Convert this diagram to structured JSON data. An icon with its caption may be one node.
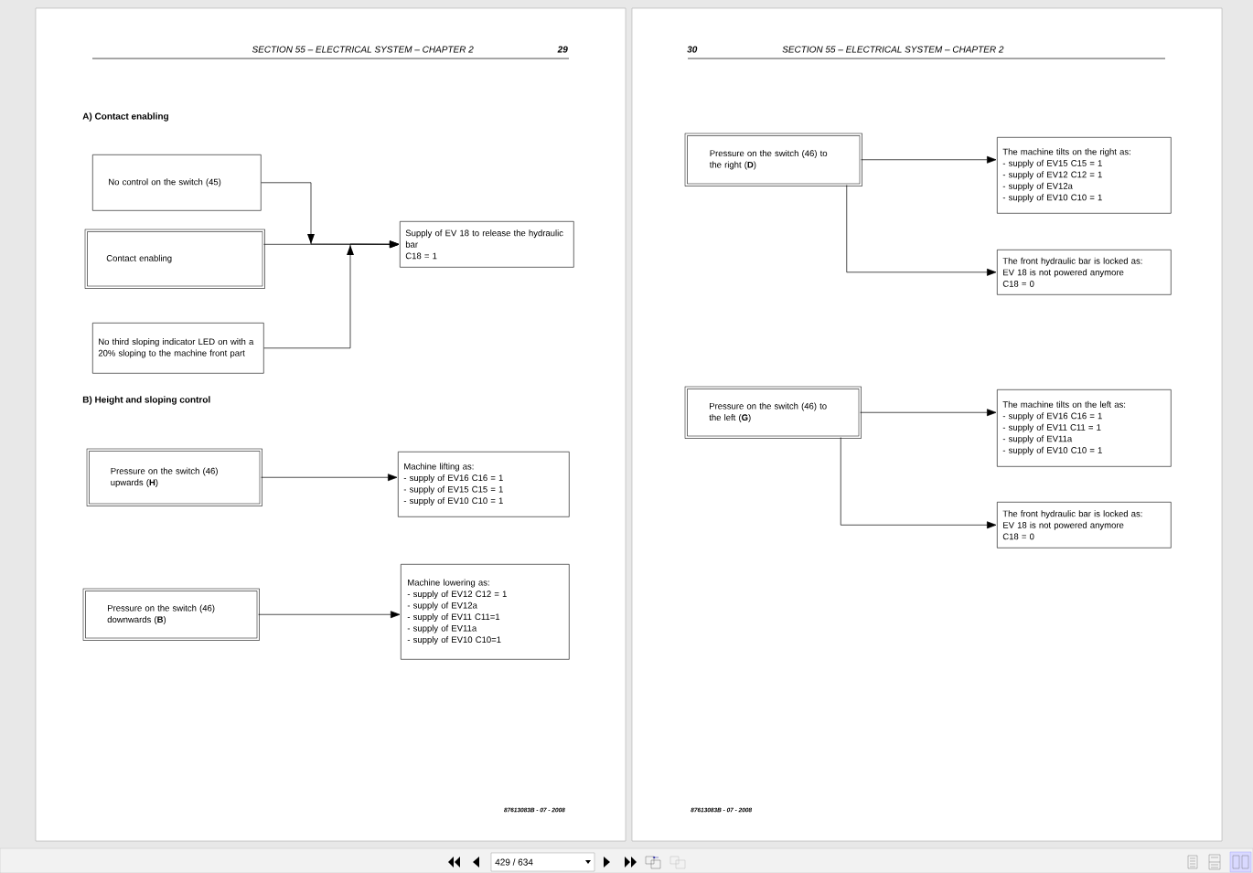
{
  "diagram": {
    "nodes": [
      {
        "text": [
          "No control on the switch (45)"
        ]
      },
      {
        "text": [
          "Contact enabling"
        ]
      },
      {
        "text": [
          "No third sloping indicator LED on with a 20% sloping to the machine front part"
        ]
      },
      {
        "text": [
          "Supply of EV 18 to release the hydraulic bar",
          "C18 = 1"
        ]
      },
      {
        "text": [
          "Pressure on the switch (46) upwards (**H**)"
        ]
      },
      {
        "text": [
          "Machine lifting as:",
          "- supply of EV16 C16 = 1",
          "- supply of EV15 C15 = 1",
          "- supply of EV10 C10 = 1"
        ]
      },
      {
        "text": [
          "Pressure on the switch (46) downwards (**B**)"
        ]
      },
      {
        "text": [
          "Machine lowering as:",
          "- supply of EV12 C12 = 1",
          "- supply of EV12a",
          "- supply of EV11 C11=1",
          "- supply of EV11a",
          "- supply of EV10 C10=1"
        ]
      },
      {
        "text": [
          "Pressure on the switch (46) to the right (**D**)"
        ]
      },
      {
        "text": [
          "The machine tilts on the right as:",
          "- supply of EV15 C15 = 1",
          "- supply of EV12 C12 = 1",
          "- supply of EV12a",
          "- supply of EV10 C10 = 1"
        ]
      },
      {
        "text": [
          "The front hydraulic bar is locked as:",
          "EV 18 is not powered anymore",
          "C18 = 0"
        ]
      },
      {
        "text": [
          "Pressure on the switch (46) to the left (**G**)"
        ]
      },
      {
        "text": [
          "The machine tilts on the left as:",
          "- supply of EV16 C16 = 1",
          "- supply of EV11 C11 = 1",
          "- supply of EV11a",
          "- supply of EV10 C10 = 1"
        ]
      },
      {
        "text": [
          "The front hydraulic bar is locked as:",
          "EV 18 is not powered anymore",
          "C18 = 0"
        ]
      }
    ],
    "edges": [
      {
        "from": 0,
        "to": 3,
        "arrow": "to"
      },
      {
        "from": 1,
        "to": 3,
        "arrow": "to"
      },
      {
        "from": 2,
        "to": 3,
        "arrow": "to"
      },
      {
        "from": 4,
        "to": 5,
        "arrow": "to"
      },
      {
        "from": 6,
        "to": 7,
        "arrow": "to"
      },
      {
        "from": 8,
        "to": 9,
        "arrow": "to"
      },
      {
        "from": 8,
        "to": 10,
        "arrow": "to"
      },
      {
        "from": 11,
        "to": 12,
        "arrow": "to"
      },
      {
        "from": 11,
        "to": 13,
        "arrow": "to"
      }
    ],
    "labels": [
      "SECTION 55 – ELECTRICAL SYSTEM – CHAPTER 2",
      "29",
      "A) Contact enabling",
      "B) Height and sloping control",
      "87613083B - 07 - 2008",
      "30",
      "SECTION 55 – ELECTRICAL SYSTEM – CHAPTER 2",
      "87613083B - 07 - 2008",
      "429 / 634"
    ]
  }
}
